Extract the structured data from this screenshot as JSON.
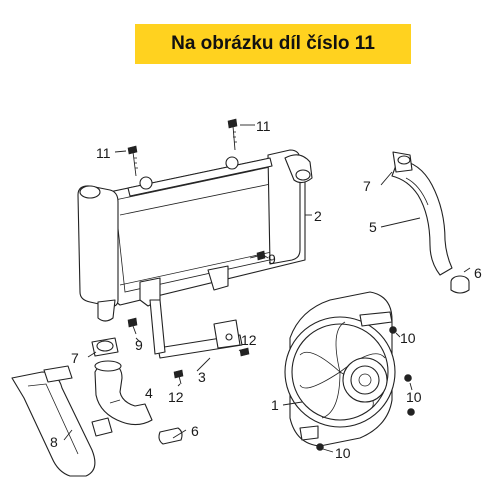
{
  "banner": {
    "text": "Na obrázku díl číslo 11"
  },
  "callouts": {
    "c1": "1",
    "c2": "2",
    "c3": "3",
    "c4": "4",
    "c5": "5",
    "c6a": "6",
    "c6b": "6",
    "c7a": "7",
    "c7b": "7",
    "c8": "8",
    "c9a": "9",
    "c9b": "9",
    "c10a": "10",
    "c10b": "10",
    "c10c": "10",
    "c11a": "11",
    "c11b": "11",
    "c12a": "12",
    "c12b": "12"
  },
  "colors": {
    "banner": "#ffd21f",
    "line": "#222222"
  }
}
